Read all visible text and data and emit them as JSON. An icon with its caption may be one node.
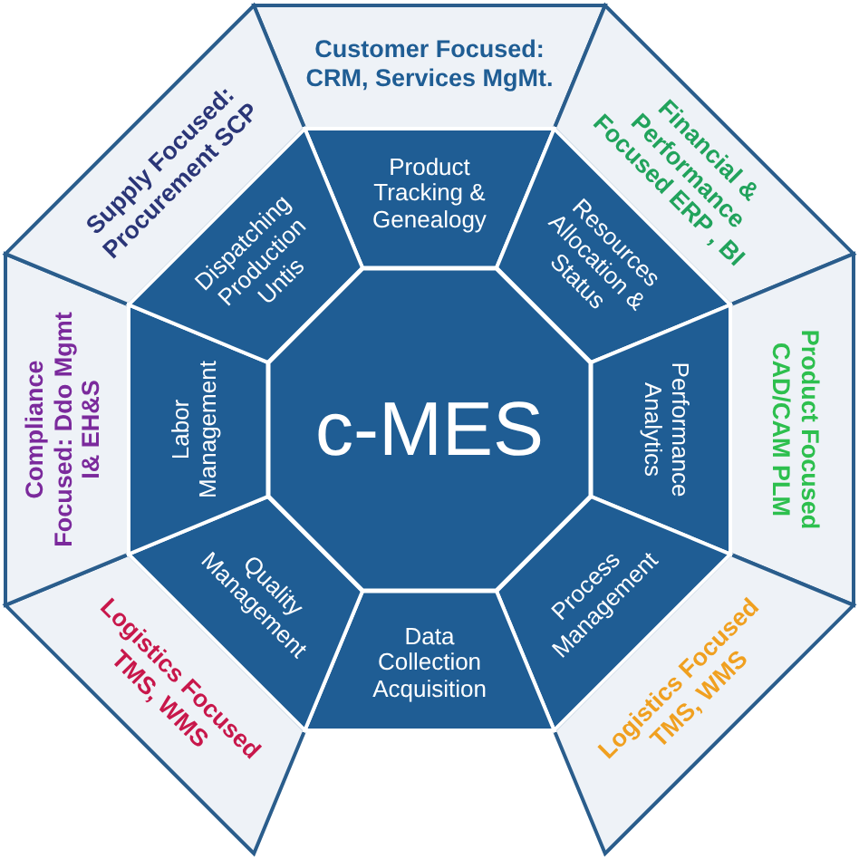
{
  "diagram": {
    "nodes": [
      {
        "text": [
          "c-MES"
        ]
      },
      {
        "text": [
          "Product Tracking & Genealogy"
        ]
      },
      {
        "text": [
          "Resources Allocation & Status"
        ]
      },
      {
        "text": [
          "Performance Analytics"
        ]
      },
      {
        "text": [
          "Process Management"
        ]
      },
      {
        "text": [
          "Data Collection Acquisition"
        ]
      },
      {
        "text": [
          "Quality Management"
        ]
      },
      {
        "text": [
          "Labor Management"
        ]
      },
      {
        "text": [
          "Dispatching Production Untis"
        ]
      },
      {
        "text": [
          "Customer Focused: CRM, Services MgMt."
        ]
      },
      {
        "text": [
          "Financial & Performance Focused ERP , BI"
        ]
      },
      {
        "text": [
          "Product Focused CAD/CAM PLM"
        ]
      },
      {
        "text": [
          "Logistics Focused TMS, WMS"
        ]
      },
      {
        "text": [
          "Logistics Focused TMS, WMS"
        ]
      },
      {
        "text": [
          "Compliance Focused: Ddo Mgmt I& EH&S"
        ]
      },
      {
        "text": [
          "Supply Focused: Procurement SCP"
        ]
      }
    ]
  }
}
